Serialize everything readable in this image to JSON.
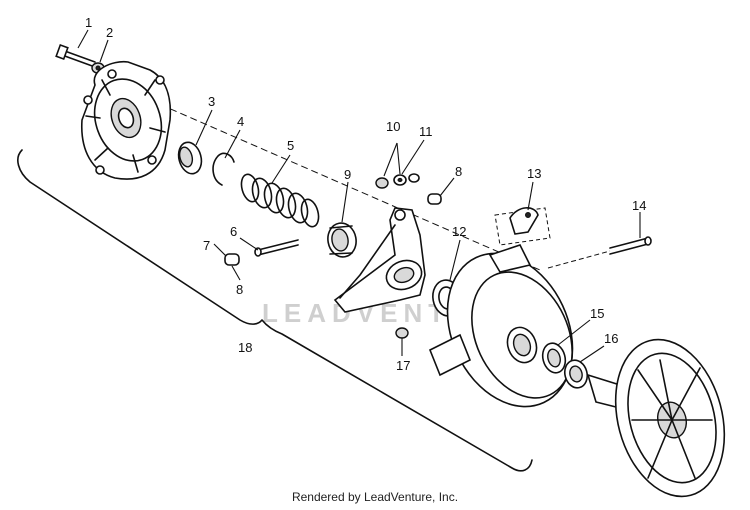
{
  "watermark": "LEADVENTURE",
  "footer": "Rendered by LeadVenture, Inc.",
  "callouts": [
    {
      "id": "c1",
      "text": "1"
    },
    {
      "id": "c2",
      "text": "2"
    },
    {
      "id": "c3",
      "text": "3"
    },
    {
      "id": "c4",
      "text": "4"
    },
    {
      "id": "c5",
      "text": "5"
    },
    {
      "id": "c6",
      "text": "6"
    },
    {
      "id": "c7",
      "text": "7"
    },
    {
      "id": "c8a",
      "text": "8"
    },
    {
      "id": "c8b",
      "text": "8"
    },
    {
      "id": "c9",
      "text": "9"
    },
    {
      "id": "c10",
      "text": "10"
    },
    {
      "id": "c11",
      "text": "11"
    },
    {
      "id": "c12",
      "text": "12"
    },
    {
      "id": "c13",
      "text": "13"
    },
    {
      "id": "c14",
      "text": "14"
    },
    {
      "id": "c15",
      "text": "15"
    },
    {
      "id": "c16",
      "text": "16"
    },
    {
      "id": "c17",
      "text": "17"
    },
    {
      "id": "c18",
      "text": "18"
    }
  ]
}
